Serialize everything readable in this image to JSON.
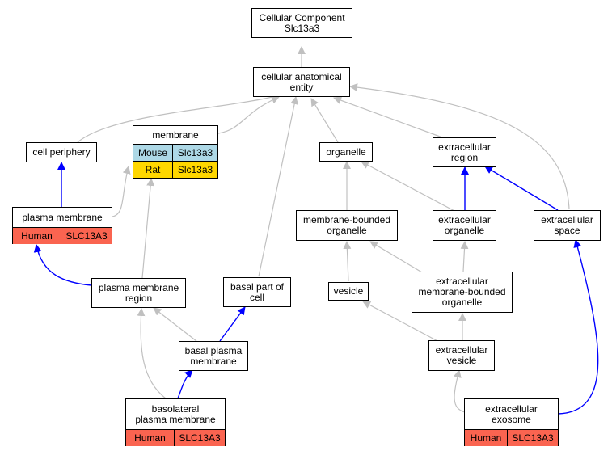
{
  "colors": {
    "gray_edge": "#c0c0c0",
    "blue_edge": "#0000ff",
    "mouse": "#add8e6",
    "rat": "#ffd700",
    "human": "#fa6450"
  },
  "nodes": {
    "root": "Cellular Component\nSlc13a3",
    "cae": "cellular anatomical\nentity",
    "cell_periphery": "cell periphery",
    "membrane": "membrane",
    "organelle": "organelle",
    "extracellular_region": "extracellular\nregion",
    "plasma_membrane": "plasma membrane",
    "membrane_bounded_organelle": "membrane-bounded\norganelle",
    "extracellular_organelle": "extracellular\norganelle",
    "extracellular_space": "extracellular\nspace",
    "plasma_membrane_region": "plasma membrane\nregion",
    "basal_part_of_cell": "basal part of\ncell",
    "vesicle": "vesicle",
    "extracellular_mbo": "extracellular\nmembrane-bounded\norganelle",
    "basal_plasma_membrane": "basal plasma\nmembrane",
    "extracellular_vesicle": "extracellular\nvesicle",
    "basolateral_plasma_membrane": "basolateral\nplasma membrane",
    "extracellular_exosome": "extracellular\nexosome"
  },
  "annotations": {
    "membrane": [
      {
        "species": "Mouse",
        "gene": "Slc13a3",
        "color": "#add8e6"
      },
      {
        "species": "Rat",
        "gene": "Slc13a3",
        "color": "#ffd700"
      }
    ],
    "plasma_membrane": [
      {
        "species": "Human",
        "gene": "SLC13A3",
        "color": "#fa6450"
      }
    ],
    "basolateral_plasma_membrane": [
      {
        "species": "Human",
        "gene": "SLC13A3",
        "color": "#fa6450"
      }
    ],
    "extracellular_exosome": [
      {
        "species": "Human",
        "gene": "SLC13A3",
        "color": "#fa6450"
      }
    ]
  }
}
